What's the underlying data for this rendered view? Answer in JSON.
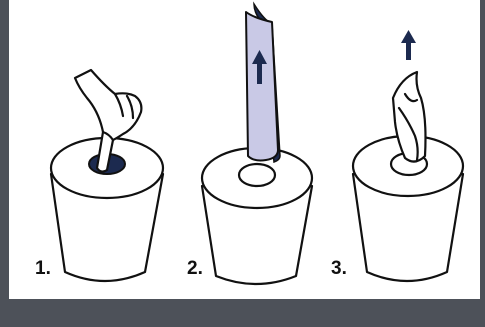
{
  "steps": [
    {
      "number": "1."
    },
    {
      "number": "2."
    },
    {
      "number": "3."
    }
  ],
  "colors": {
    "background": "#4d5159",
    "panel": "#ffffff",
    "outline": "#111111",
    "accent_navy": "#1c2a4f",
    "sheet_lavender": "#c9c9e6"
  },
  "icons": [
    "hand-icon",
    "up-arrow-icon"
  ]
}
